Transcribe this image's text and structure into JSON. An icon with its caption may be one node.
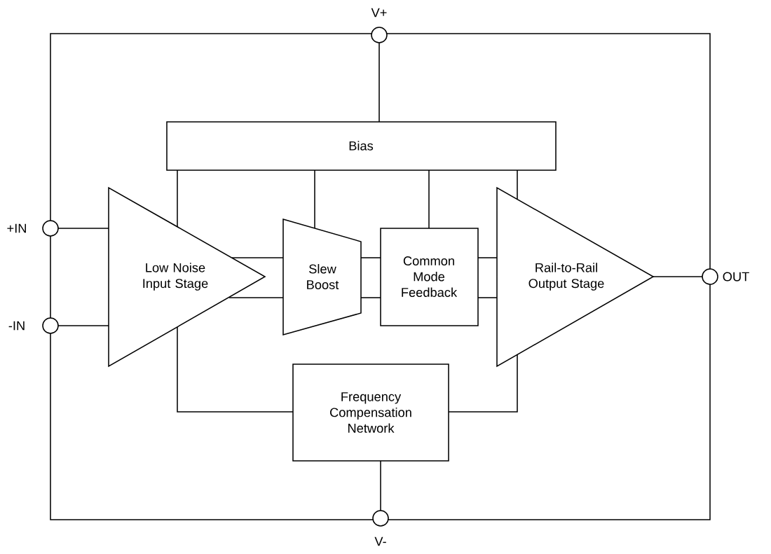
{
  "diagram": {
    "nodes": [
      {
        "text": [
          "Bias"
        ]
      },
      {
        "text": [
          "Low Noise Input Stage"
        ]
      },
      {
        "text": [
          "Slew Boost"
        ]
      },
      {
        "text": [
          "Common Mode Feedback"
        ]
      },
      {
        "text": [
          "Rail-to-Rail Output Stage"
        ]
      },
      {
        "text": [
          "Frequency Compensation Network"
        ]
      },
      {
        "text": [],
        "shape": "circle",
        "beside": [
          "V+"
        ]
      },
      {
        "text": [],
        "shape": "circle",
        "beside": [
          "+IN"
        ]
      },
      {
        "text": [],
        "shape": "circle",
        "beside": [
          "-IN"
        ]
      },
      {
        "text": [],
        "shape": "circle",
        "beside": [
          "OUT"
        ]
      },
      {
        "text": [],
        "shape": "circle",
        "beside": [
          "V-"
        ]
      }
    ],
    "edges": [
      {
        "from": 6,
        "to": 0,
        "arrow": "none"
      },
      {
        "from": 7,
        "to": 1,
        "arrow": "none"
      },
      {
        "from": 8,
        "to": 1,
        "arrow": "none"
      },
      {
        "from": 0,
        "to": 1,
        "arrow": "none"
      },
      {
        "from": 0,
        "to": 2,
        "arrow": "none"
      },
      {
        "from": 0,
        "to": 3,
        "arrow": "none"
      },
      {
        "from": 0,
        "to": 4,
        "arrow": "none"
      },
      {
        "from": 1,
        "to": 2,
        "arrow": "none"
      },
      {
        "from": 1,
        "to": 2,
        "arrow": "none"
      },
      {
        "from": 2,
        "to": 3,
        "arrow": "none"
      },
      {
        "from": 2,
        "to": 3,
        "arrow": "none"
      },
      {
        "from": 3,
        "to": 4,
        "arrow": "none"
      },
      {
        "from": 3,
        "to": 4,
        "arrow": "none"
      },
      {
        "from": 4,
        "to": 9,
        "arrow": "none"
      },
      {
        "from": 1,
        "to": 5,
        "arrow": "none"
      },
      {
        "from": 4,
        "to": 5,
        "arrow": "none"
      },
      {
        "from": 5,
        "to": 10,
        "arrow": "none"
      }
    ]
  }
}
